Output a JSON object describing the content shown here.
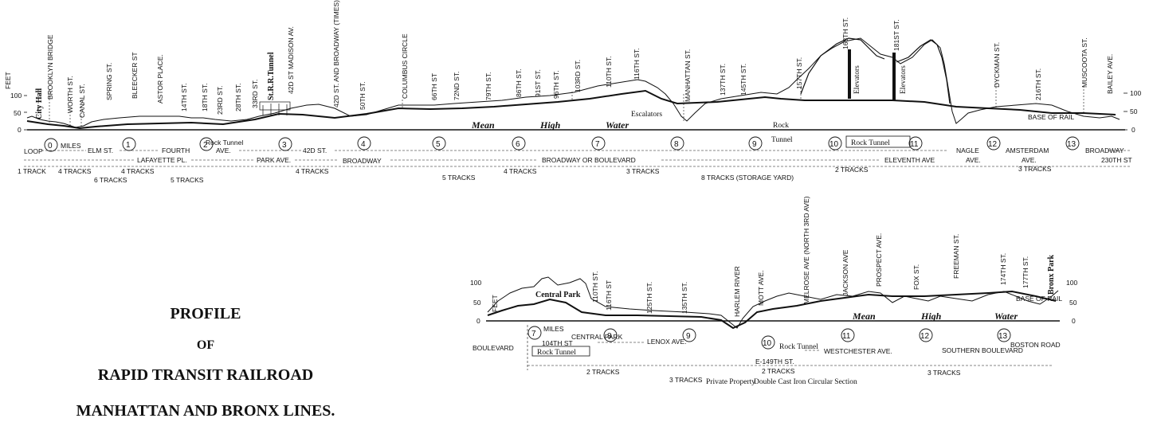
{
  "title": {
    "line1": "PROFILE",
    "line2": "OF",
    "line3": "RAPID TRANSIT RAILROAD",
    "line4": "MANHATTAN AND BRONX LINES."
  },
  "upper": {
    "feet_label": "FEET",
    "y_ticks": [
      "100",
      "50",
      "0"
    ],
    "water": [
      "Mean",
      "High",
      "Water"
    ],
    "stations": [
      "City Hall",
      "BROOKLYN BRIDGE",
      "WORTH ST.",
      "CANAL ST.",
      "SPRING ST.",
      "BLEECKER ST",
      "ASTOR PLACE.",
      "14TH ST.",
      "18TH ST.",
      "23RD ST.",
      "28TH ST.",
      "33RD ST.",
      "St.R.R.Tunnel",
      "42D ST MADISON AV.",
      "42D ST. AND BROADWAY (TIMES)",
      "50TH ST.",
      "COLUMBUS CIRCLE",
      "66TH ST",
      "72ND ST.",
      "79TH ST.",
      "86TH ST.",
      "91ST ST.",
      "96TH ST.",
      "103RD ST.",
      "110TH ST.",
      "116TH ST.",
      "MANHATTAN ST.",
      "137TH ST.",
      "145TH ST.",
      "157TH ST.",
      "168TH ST.",
      "181ST ST.",
      "DYCKMAN ST.",
      "216TH ST.",
      "MUSCOOTA ST.",
      "BAILEY AVE."
    ],
    "annotations": {
      "escalators": "Escalators",
      "rock": "Rock",
      "tunnel": "Tunnel",
      "rock_tunnel_box": "Rock Tunnel",
      "elevators_1": "Elevators",
      "elevators_2": "Elevators",
      "base_of_rail": "BASE OF RAIL",
      "rock_tunnel_small": "Rock Tunnel"
    },
    "miles": [
      "0",
      "1",
      "2",
      "3",
      "4",
      "5",
      "6",
      "7",
      "8",
      "9",
      "10",
      "11",
      "12",
      "13"
    ],
    "miles_label": "MILES",
    "street_row1": [
      "LOOP",
      "ELM ST.",
      "FOURTH",
      "AVE.",
      "42D ST.",
      "NAGLE",
      "AMSTERDAM",
      "BROADWAY"
    ],
    "street_row2": [
      "LAFAYETTE PL.",
      "PARK AVE.",
      "BROADWAY",
      "BROADWAY OR BOULEVARD",
      "ELEVENTH AVE",
      "AVE.",
      "AVE.",
      "230TH ST"
    ],
    "tracks": [
      "1 TRACK",
      "4 TRACKS",
      "6 TRACKS",
      "4 TRACKS",
      "5 TRACKS",
      "4 TRACKS",
      "5 TRACKS",
      "4 TRACKS",
      "3 TRACKS",
      "8 TRACKS (STORAGE YARD)",
      "2 TRACKS",
      "3 TRACKS"
    ]
  },
  "lower": {
    "feet_label": "FEET",
    "y_ticks": [
      "100",
      "50",
      "0"
    ],
    "central_park": "Central Park",
    "water": [
      "Mean",
      "High",
      "Water"
    ],
    "stations": [
      "110TH ST.",
      "116TH ST",
      "125TH ST.",
      "135TH ST.",
      "HARLEM RIVER",
      "MOTT AVE.",
      "MELROSE AVE (NORTH 3RD AVE)",
      "JACKSON AVE",
      "PROSPECT AVE.",
      "FOX ST.",
      "FREEMAN ST.",
      "174TH ST.",
      "177TH ST.",
      "Bronx Park"
    ],
    "base_of_rail": "BASE OF RAIL",
    "miles": [
      "7",
      "8",
      "9",
      "10",
      "11",
      "12",
      "13"
    ],
    "miles_label": "MILES",
    "streets": [
      "BOULEVARD",
      "104TH ST",
      "CENTRAL PARK",
      "LENOX AVE.",
      "Rock Tunnel",
      "E-149TH ST.",
      "WESTCHESTER AVE.",
      "SOUTHERN BOULEVARD",
      "BOSTON ROAD"
    ],
    "rock_tunnel": "Rock Tunnel",
    "tracks": [
      "2 TRACKS",
      "3 TRACKS",
      "2 TRACKS",
      "3 TRACKS"
    ],
    "notes": [
      "Private Property",
      "Double Cast Iron Circular Section"
    ]
  }
}
